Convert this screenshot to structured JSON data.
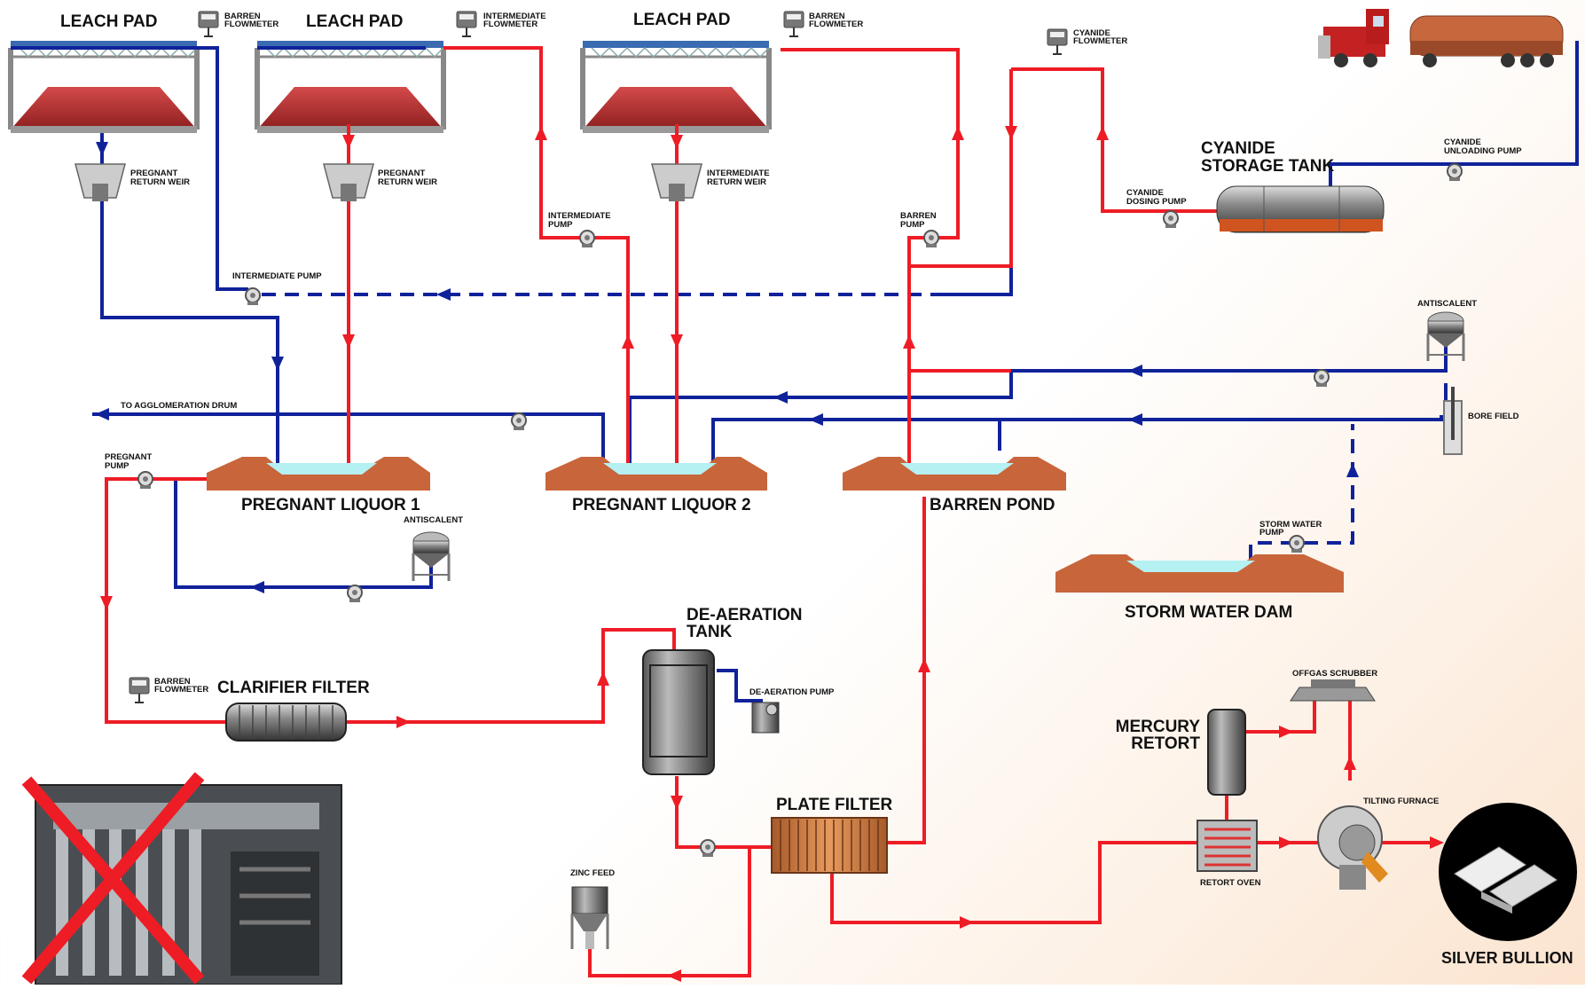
{
  "labels": {
    "leach_pad_1": "LEACH PAD",
    "leach_pad_2": "LEACH PAD",
    "leach_pad_3": "LEACH PAD",
    "barren_flowmeter_1": [
      "BARREN",
      "FLOWMETER"
    ],
    "intermediate_flowmeter": [
      "INTERMEDIATE",
      "FLOWMETER"
    ],
    "barren_flowmeter_2": [
      "BARREN",
      "FLOWMETER"
    ],
    "cyanide_flowmeter": [
      "CYANIDE",
      "FLOWMETER"
    ],
    "pregnant_return_weir_1": [
      "PREGNANT",
      "RETURN WEIR"
    ],
    "pregnant_return_weir_2": [
      "PREGNANT",
      "RETURN WEIR"
    ],
    "intermediate_return_weir": [
      "INTERMEDIATE",
      "RETURN WEIR"
    ],
    "intermediate_pump_top": [
      "INTERMEDIATE",
      "PUMP"
    ],
    "barren_pump": [
      "BARREN",
      "PUMP"
    ],
    "cyanide_storage_tank": [
      "CYANIDE",
      "STORAGE TANK"
    ],
    "cyanide_dosing_pump": [
      "CYANIDE",
      "DOSING PUMP"
    ],
    "cyanide_unloading_pump": [
      "CYANIDE",
      "UNLOADING PUMP"
    ],
    "intermediate_pump_left": "INTERMEDIATE PUMP",
    "antiscalent_right": "ANTISCALENT",
    "to_agglomeration_drum": "TO AGGLOMERATION DRUM",
    "bore_field": "BORE FIELD",
    "pregnant_pump": [
      "PREGNANT",
      "PUMP"
    ],
    "pregnant_liquor_1": "PREGNANT LIQUOR 1",
    "pregnant_liquor_2": "PREGNANT LIQUOR 2",
    "barren_pond": "BARREN POND",
    "antiscalent_left": "ANTISCALENT",
    "storm_water_pump": [
      "STORM WATER",
      "PUMP"
    ],
    "storm_water_dam": "STORM WATER DAM",
    "deaeration_tank": [
      "DE-AERATION",
      "TANK"
    ],
    "deaeration_pump": "DE-AERATION PUMP",
    "barren_flowmeter_3": [
      "BARREN",
      "FLOWMETER"
    ],
    "clarifier_filter": "CLARIFIER FILTER",
    "offgas_scrubber": "OFFGAS SCRUBBER",
    "mercury_retort": [
      "MERCURY",
      "RETORT"
    ],
    "tilting_furnace": "TILTING FURNACE",
    "plate_filter": "PLATE FILTER",
    "zinc_feed": "ZINC FEED",
    "retort_oven": "RETORT OVEN",
    "silver_bullion": "SILVER BULLION"
  },
  "colors": {
    "barren_line": "#ee1c25",
    "pregnant_line": "#10229a",
    "pond_earth": "#c8653a",
    "pond_water": "#b5f0f2",
    "heap": "#b02a2a"
  },
  "icons": [
    "flowmeter-icon",
    "pump-icon",
    "weir-icon",
    "tank-icon",
    "tanker-truck-icon",
    "rejected-photo-cross-icon",
    "silver-bars-icon"
  ]
}
